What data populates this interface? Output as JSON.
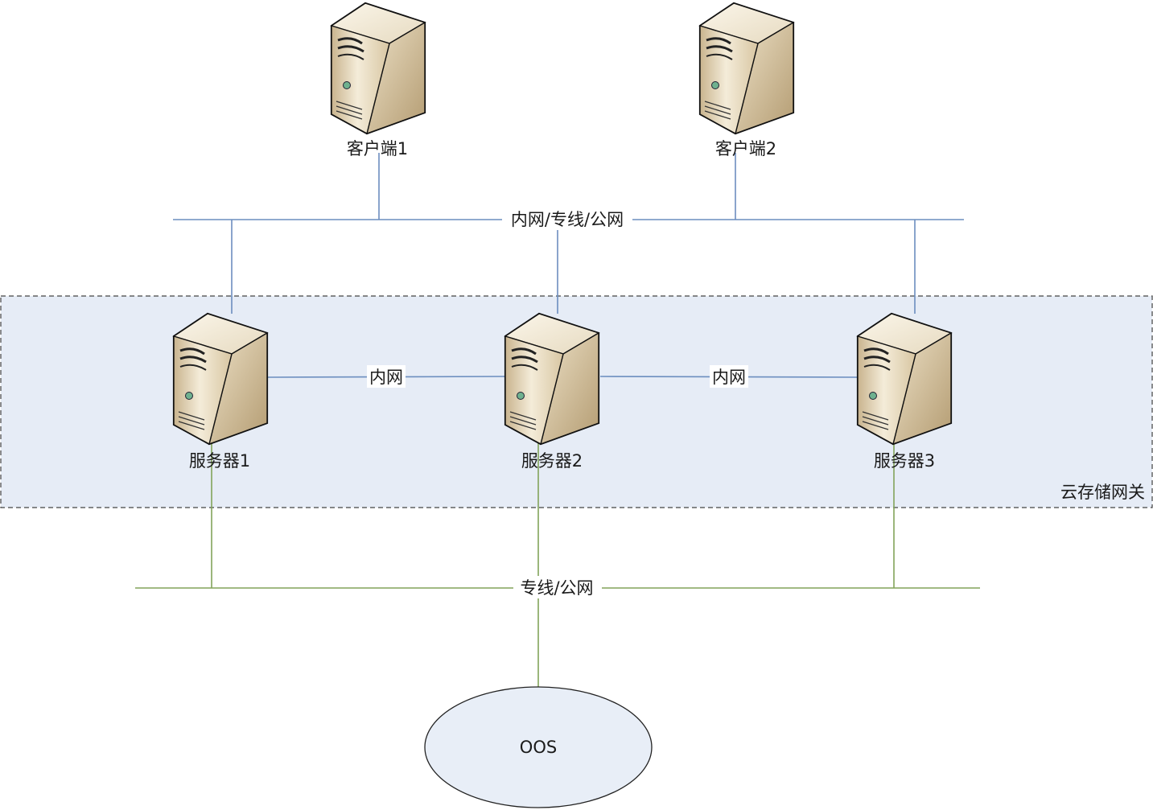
{
  "clients": [
    {
      "label": "客户端1"
    },
    {
      "label": "客户端2"
    }
  ],
  "network": {
    "top_bus_label": "内网/专线/公网",
    "intranet_label": "内网",
    "bottom_bus_label": "专线/公网"
  },
  "gateway": {
    "label": "云存储网关"
  },
  "servers": [
    {
      "label": "服务器1"
    },
    {
      "label": "服务器2"
    },
    {
      "label": "服务器3"
    }
  ],
  "storage": {
    "label": "OOS"
  },
  "colors": {
    "blue_line": "#6c8ebf",
    "green_line": "#82a35a",
    "gateway_fill": "#e6ecf6",
    "gateway_border": "#444444",
    "ellipse_fill": "#e8eef7"
  }
}
